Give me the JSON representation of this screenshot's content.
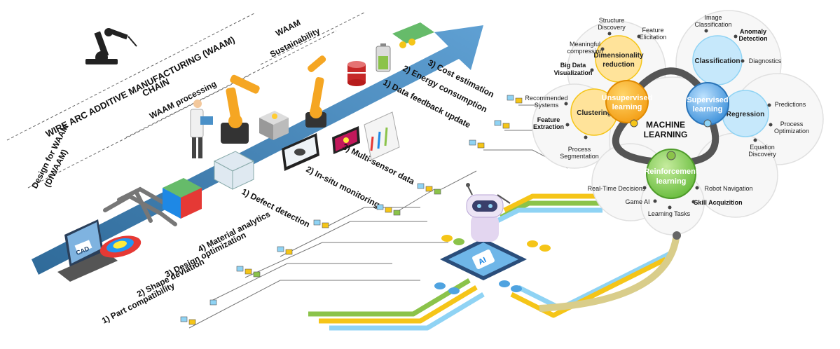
{
  "title": {
    "line1": "WIRE ARC ADDITIVE MANUFACTURING (WAAM)",
    "line2": "CHAIN"
  },
  "sections": {
    "design": {
      "line1": "Design for WAAM",
      "line2": "(DfWAAM)"
    },
    "processing": {
      "line1": "WAAM processing"
    },
    "sustainability": {
      "line1": "WAAM",
      "line2": "Sustainability"
    }
  },
  "design_items": [
    "1) Part compatibility",
    "2) Shape deviation",
    "3) Design optimization",
    "4) Material analytics"
  ],
  "processing_items": [
    "1) Defect detection",
    "2) In-situ monitoring",
    "3) Multi-sensor data"
  ],
  "sustainability_items": [
    "1) Data feedback update",
    "2) Energy consumption",
    "3) Cost estimation"
  ],
  "icons": {
    "cad_label": "CAD",
    "ai_chip_label": "AI"
  },
  "ml": {
    "title_line1": "MACHINE",
    "title_line2": "LEARNING",
    "unsupervised": {
      "line1": "Unsupervised",
      "line2": "learning"
    },
    "supervised": {
      "line1": "Supervised",
      "line2": "learning"
    },
    "reinforcement": {
      "line1": "Reinforcement",
      "line2": "learning"
    },
    "dimensionality": {
      "line1": "Dimensionality",
      "line2": "reduction"
    },
    "clustering": "Clustering",
    "classification": "Classification",
    "regression": "Regression",
    "labels": {
      "structure_discovery": [
        "Structure",
        "Discovery"
      ],
      "feature_elicitation": [
        "Feature",
        "Elicitation"
      ],
      "meaningful_compression": [
        "Meaningful",
        "compression"
      ],
      "big_data": [
        "Big Data",
        "Visualization"
      ],
      "recommended_systems": [
        "Recommended",
        "Systems"
      ],
      "feature_extraction": [
        "Feature",
        "Extraction"
      ],
      "process_segmentation": [
        "Process",
        "Segmentation"
      ],
      "image_classification": [
        "Image",
        "Classification"
      ],
      "anomaly_detection": [
        "Anomaly",
        "Detection"
      ],
      "diagnostics": "Diagnostics",
      "predictions": "Predictions",
      "process_optimization": [
        "Process",
        "Optimization"
      ],
      "equation_discovery": [
        "Equation",
        "Discovery"
      ],
      "real_time_decisions": "Real-Time Decisions",
      "robot_navigation": "Robot Navigation",
      "game_ai": "Game AI",
      "skill_acquisition": "Skill Acquizition",
      "learning_tasks": "Learning Tasks"
    }
  },
  "colors": {
    "arrow": "#3a6f9c",
    "yellow": "#f5c518",
    "orange": "#f39c12",
    "green": "#8bc34a",
    "blue": "#8fd3f4",
    "sup_blue": "#3b8fd9",
    "rl_green": "#66bb3b"
  }
}
